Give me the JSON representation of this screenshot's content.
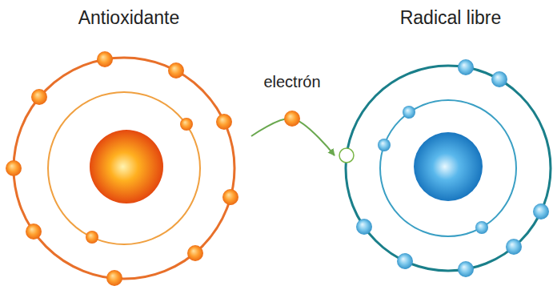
{
  "diagram": {
    "nodes": [
      {
        "text": [
          "Antioxidante"
        ]
      },
      {
        "text": [
          "Radical libre"
        ]
      }
    ],
    "edges": [
      {
        "from": 0,
        "to": 1,
        "arrow": "to",
        "label": "electrón"
      }
    ]
  }
}
